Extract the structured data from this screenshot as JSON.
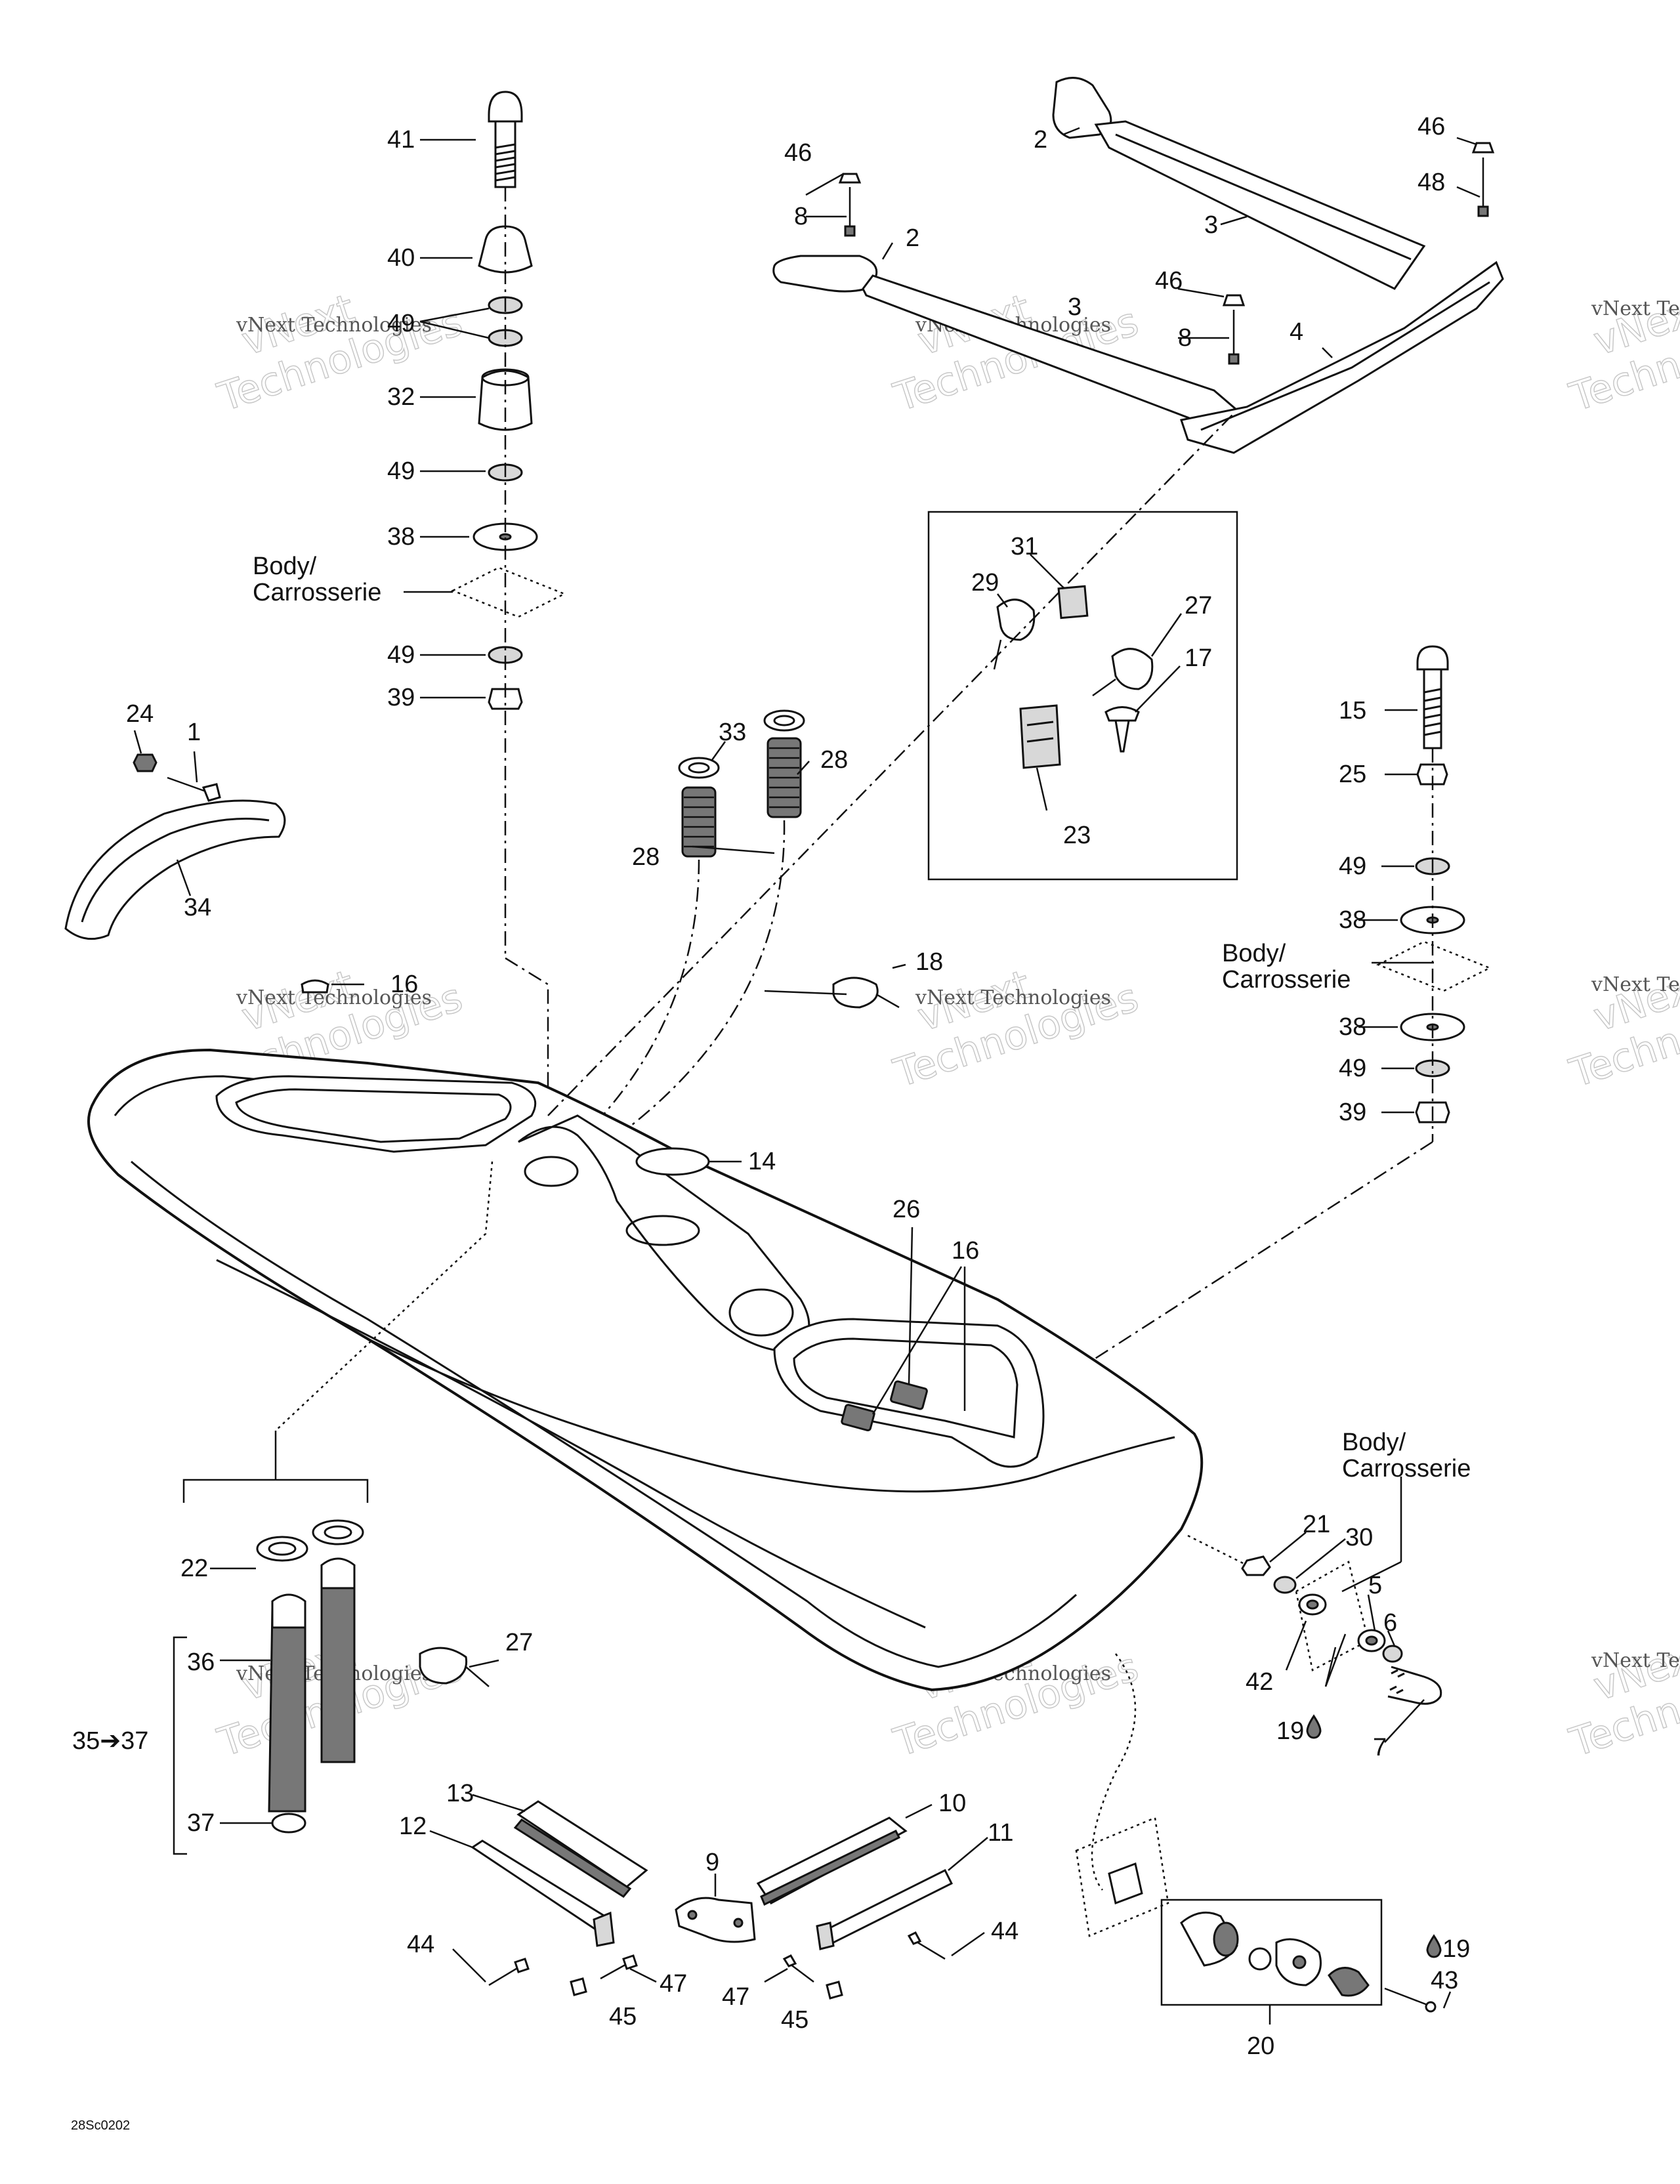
{
  "callouts": {
    "n1": "1",
    "n2a": "2",
    "n2b": "2",
    "n3a": "3",
    "n3b": "3",
    "n4": "4",
    "n5": "5",
    "n6": "6",
    "n7": "7",
    "n8a": "8",
    "n8b": "8",
    "n9": "9",
    "n10": "10",
    "n11": "11",
    "n12": "12",
    "n13": "13",
    "n14": "14",
    "n15": "15",
    "n16a": "16",
    "n16b": "16",
    "n17": "17",
    "n18": "18",
    "n19a": "19",
    "n19b": "19",
    "n20": "20",
    "n21": "21",
    "n22": "22",
    "n23": "23",
    "n24": "24",
    "n25": "25",
    "n26": "26",
    "n27a": "27",
    "n27b": "27",
    "n28a": "28",
    "n28b": "28",
    "n29": "29",
    "n30": "30",
    "n31": "31",
    "n32": "32",
    "n33": "33",
    "n34": "34",
    "n35_37": "35➔37",
    "n36": "36",
    "n37": "37",
    "n38a": "38",
    "n38b": "38",
    "n38c": "38",
    "n39a": "39",
    "n39b": "39",
    "n40": "40",
    "n41": "41",
    "n42": "42",
    "n43": "43",
    "n44a": "44",
    "n44b": "44",
    "n45a": "45",
    "n45b": "45",
    "n46a": "46",
    "n46b": "46",
    "n46c": "46",
    "n47a": "47",
    "n47b": "47",
    "n48": "48",
    "n49a": "49",
    "n49b": "49",
    "n49c": "49",
    "n49d": "49",
    "n49e": "49"
  },
  "labels": {
    "body_line1": "Body/",
    "body_line2": "Carrosserie"
  },
  "watermark": {
    "small": "vNext Technologies",
    "big_line1": "vNext",
    "big_line2": "Technologies"
  },
  "drawing_code": "28Sc0202",
  "colors": {
    "ink": "#111111",
    "paper": "#ffffff",
    "shade": "#d8d8d8"
  }
}
